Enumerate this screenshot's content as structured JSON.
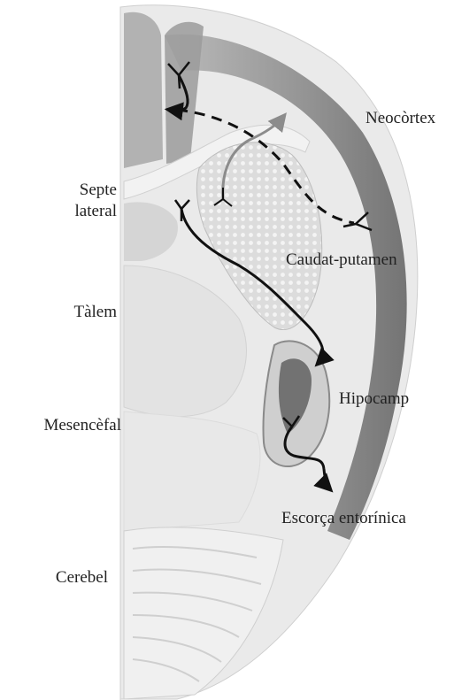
{
  "labels": {
    "neocortex": "Neocòrtex",
    "septe_line1": "Septe",
    "septe_line2": "lateral",
    "caudat": "Caudat-putamen",
    "talem": "Tàlem",
    "hipocamp": "Hipocamp",
    "mesencefal": "Mesencèfal",
    "escorca": "Escorça entorínica",
    "cerebel": "Cerebel"
  },
  "colors": {
    "pathway_solid": "#111111",
    "pathway_dashed": "#111111",
    "pathway_gray": "#8c8c8c",
    "cortex_tissue": "#8a8a8a",
    "striatum": "#d9d9d9",
    "hippocampus": "#5a5a5a"
  }
}
